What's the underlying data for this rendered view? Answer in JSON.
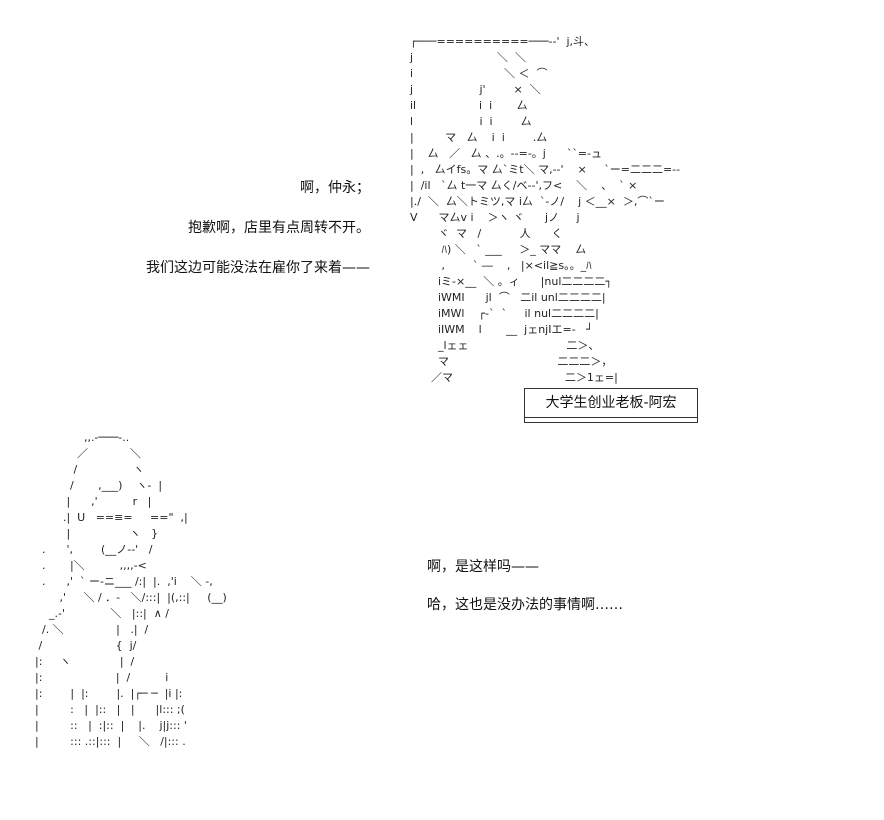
{
  "top_dialogue": {
    "lines": [
      "啊，仲永；",
      "抱歉啊，店里有点周转不开。",
      "我们这边可能没法在雇你了来着——"
    ]
  },
  "name_plate": {
    "text": "大学生创业老板-阿宏"
  },
  "bottom_dialogue": {
    "lines": [
      "啊，是这样吗——",
      "哈，这也是没办法的事情啊……"
    ]
  },
  "art": {
    "boss": "  ┌───==========───--'  j,斗、\n  j                        ＼  ＼\n  i                          ＼ ＜  ⌒\n  j                   j'        ×  ＼\n  il                  i  i       厶\n  l                   i  i        厶\n  |         マ   厶    i  i        .厶\n  |    厶   ／   厶 、.。--=-。j      ``=-ュ\n  |  ,   厶イfs。マ 厶`ミt＼ マ,--'    ×     `ー=二二二=--\n  |  /il   `厶 t一マ 厶く/ベ--',フ<    ＼    、  ` ×\n  |./  ＼  厶＼トミツ,マ i厶  `-ノ/    j ＜__×  ＞,⌒`ー\n  V      マ厶v i    ＞ヽ ヾ      jノ     j\n          ヾ  マ   /           人      く\n           ﾊ) ＼   ` ___     ＞_ ママ    厶\n           ,        ` ―    ,   |×<il≧s。。_ﾊ\n          iミ-×__  ＼ 。ィ      |nul二二二二┐\n          iWMI      jl  ⌒   二il unl二二二二|\n          iMWl    ┌-`  `     il nul二二二二|\n          iIWM    l       __  jェnjIエ=-   ┘\n          _lェェ                            二＞、\n          マ                               二二二＞，\n        ／マ                                二＞1ェ=|",
    "listener": "                ,,.-───-..\n              ／            ＼\n             /                ヽ\n            /       ,___)    ヽ-  |\n           |      ,'          r   |\n          .|  U   ==≡=     ==\"  ,|\n           |                 ヽ   }\n    .      ',        (__ノ--'   /\n    .       |＼          ,,,,-<\n    .      ,'  ` ー-ニ___ /:|  |.  ,'i    ＼ -,\n         ,'     ＼ / ．-   ＼/:::|  |(,::|     (__)\n      _.-'             ＼   |::|  ∧ /\n    /. ＼               |   .|  /\n   /                     {  j/\n  |:     ヽ              |  /\n  |:                     |  /          i\n  |:        |  |:        |.  |┌─ ─  |i |:\n  |         :   |  |::   |   |      |l::: ;(\n  |         ::   |  :|::  |    |.    j|j::: '\n  |         ::: .::|:::  |     ＼   /|::: ."
  }
}
